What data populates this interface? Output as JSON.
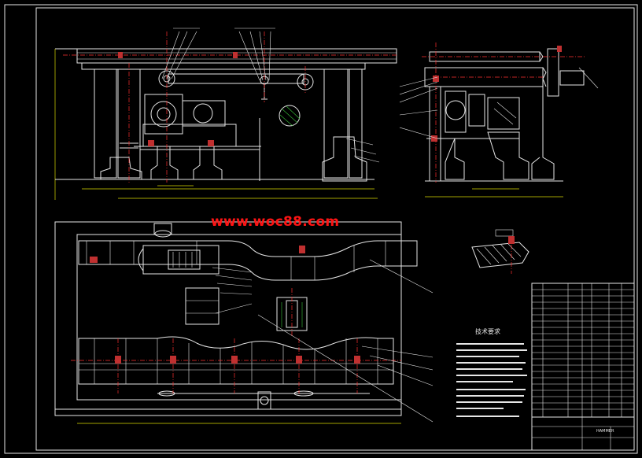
{
  "watermark": {
    "text": "www.woc88.com",
    "color": "#ff1414"
  },
  "technical_requirements": {
    "title": "技术要求"
  },
  "title_block": {
    "name": "HAMMER"
  },
  "colors": {
    "lines": "#e6e6e6",
    "centerlines": "#ff3030",
    "dimensions": "#d8d800",
    "hatch": "#39c339",
    "background": "#000000"
  }
}
